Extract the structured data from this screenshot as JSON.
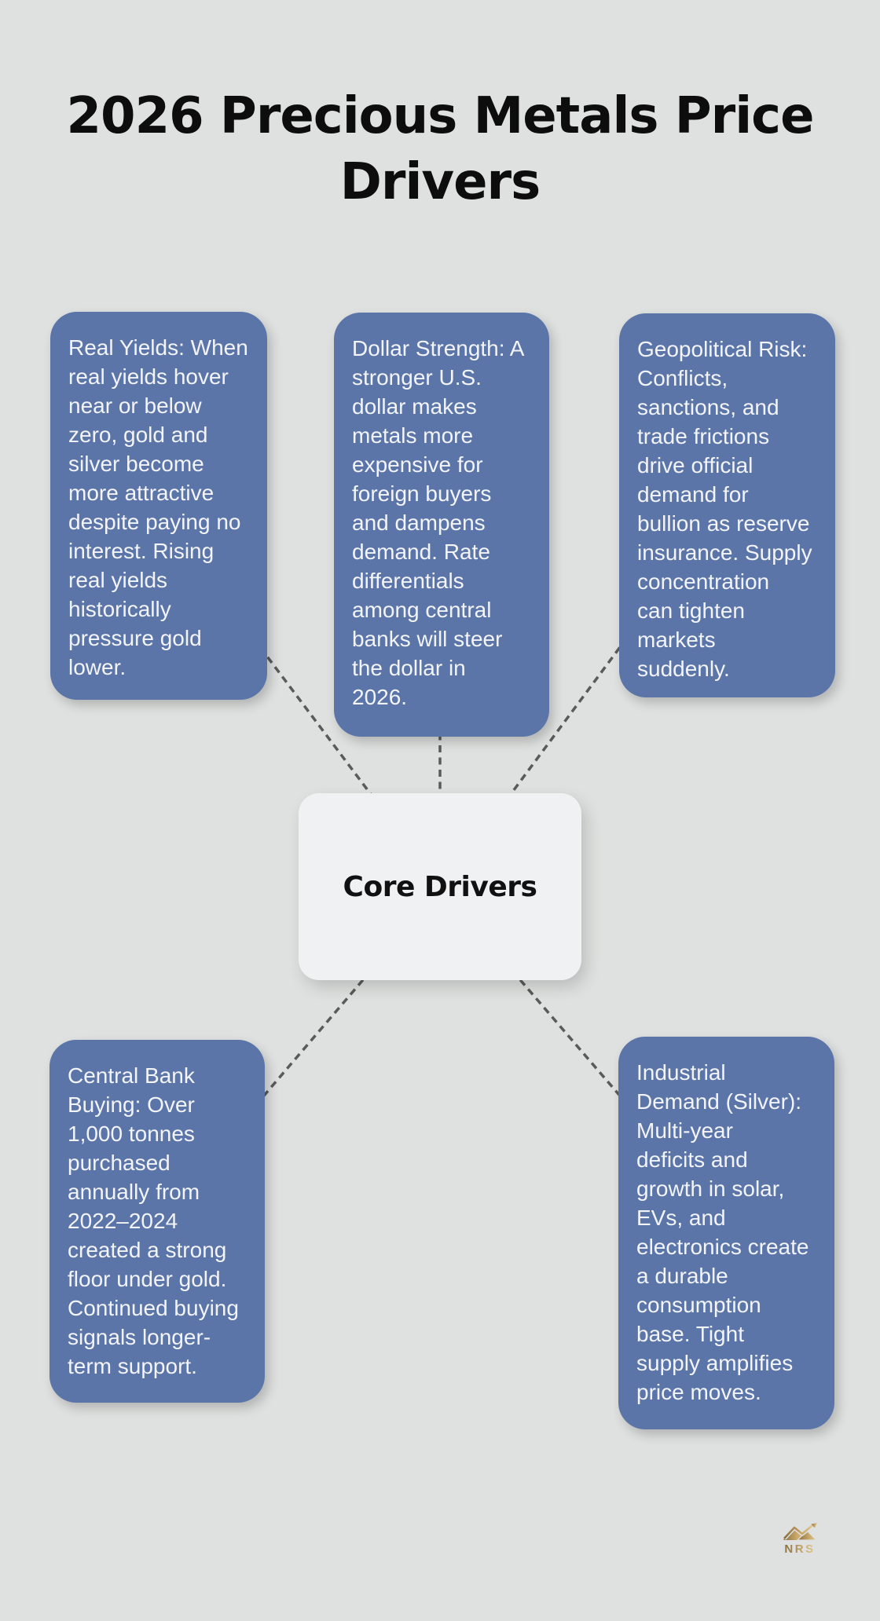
{
  "title": "2026 Precious Metals Price\nDrivers",
  "center_node": {
    "label": "Core Drivers"
  },
  "nodes": [
    {
      "id": "real-yields",
      "text": "Real Yields: When\nreal yields hover\nnear or below\nzero, gold and\nsilver become\nmore attractive\ndespite paying no\ninterest. Rising\nreal yields\nhistorically\npressure gold\nlower."
    },
    {
      "id": "dollar-strength",
      "text": "Dollar Strength: A\nstronger U.S.\ndollar makes\nmetals more\nexpensive for\nforeign buyers\nand dampens\ndemand. Rate\ndifferentials\namong central\nbanks will steer\nthe dollar in\n2026."
    },
    {
      "id": "geopolitical-risk",
      "text": "Geopolitical Risk:\nConflicts,\nsanctions, and\ntrade frictions\ndrive official\ndemand for\nbullion as reserve\ninsurance. Supply\nconcentration\ncan tighten\nmarkets\nsuddenly."
    },
    {
      "id": "central-bank-buying",
      "text": "Central Bank\nBuying: Over\n1,000 tonnes\npurchased\nannually from\n2022–2024\ncreated a strong\nfloor under gold.\nContinued buying\nsignals longer-\nterm support."
    },
    {
      "id": "industrial-demand-silver",
      "text": "Industrial\nDemand (Silver):\nMulti-year\ndeficits and\ngrowth in solar,\nEVs, and\nelectronics create\na durable\nconsumption\nbase. Tight\nsupply amplifies\nprice moves."
    }
  ],
  "logo": {
    "text": "NRS"
  },
  "colors": {
    "background": "#dfe1e0",
    "node_fill": "#5b75a9",
    "node_text": "#f2f4f8",
    "center_fill": "#f0f1f3",
    "center_text": "#111111",
    "connector": "#5a5a5a",
    "title_text": "#0d0d0d",
    "logo_gold_dark": "#8a6e41",
    "logo_gold_mid": "#c3a265",
    "logo_gold_light": "#e2ca92"
  }
}
